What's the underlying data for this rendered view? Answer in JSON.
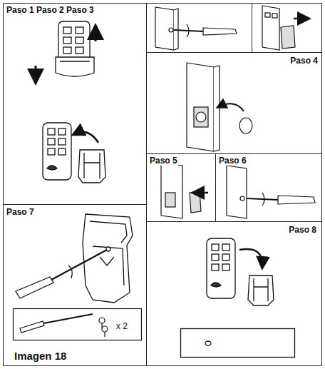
{
  "diagram": {
    "nodes": [
      {
        "text": [
          "Paso 1 Paso 2 Paso 3"
        ]
      },
      {
        "text": [
          "Paso 4"
        ]
      },
      {
        "text": [
          "Paso 5"
        ]
      },
      {
        "text": [
          "Paso 6"
        ]
      },
      {
        "text": [
          "Paso 7",
          "Imagen 18"
        ]
      },
      {
        "text": [
          "Paso 8"
        ]
      }
    ],
    "labels": [
      "x 2"
    ]
  }
}
